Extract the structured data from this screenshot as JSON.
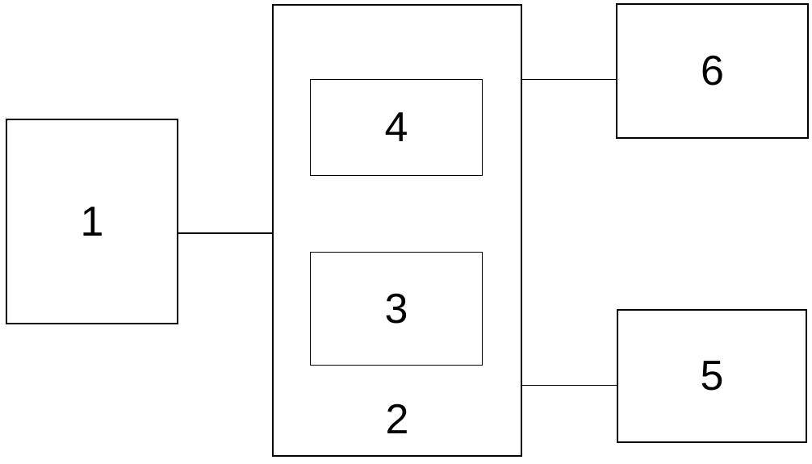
{
  "diagram": {
    "type": "block-diagram",
    "background_color": "#ffffff",
    "stroke_color": "#000000",
    "blocks": {
      "block1": {
        "label": "1",
        "role": "standalone-left-block"
      },
      "block2": {
        "label": "2",
        "role": "container-block",
        "contains": [
          "4",
          "3"
        ]
      },
      "block3": {
        "label": "3",
        "role": "inner-block-of-2"
      },
      "block4": {
        "label": "4",
        "role": "inner-block-of-2"
      },
      "block5": {
        "label": "5",
        "role": "bottom-right-block"
      },
      "block6": {
        "label": "6",
        "role": "top-right-block"
      }
    },
    "edges": [
      {
        "from": "1",
        "to": "2"
      },
      {
        "from": "2",
        "to": "6"
      },
      {
        "from": "2",
        "to": "5"
      }
    ]
  }
}
